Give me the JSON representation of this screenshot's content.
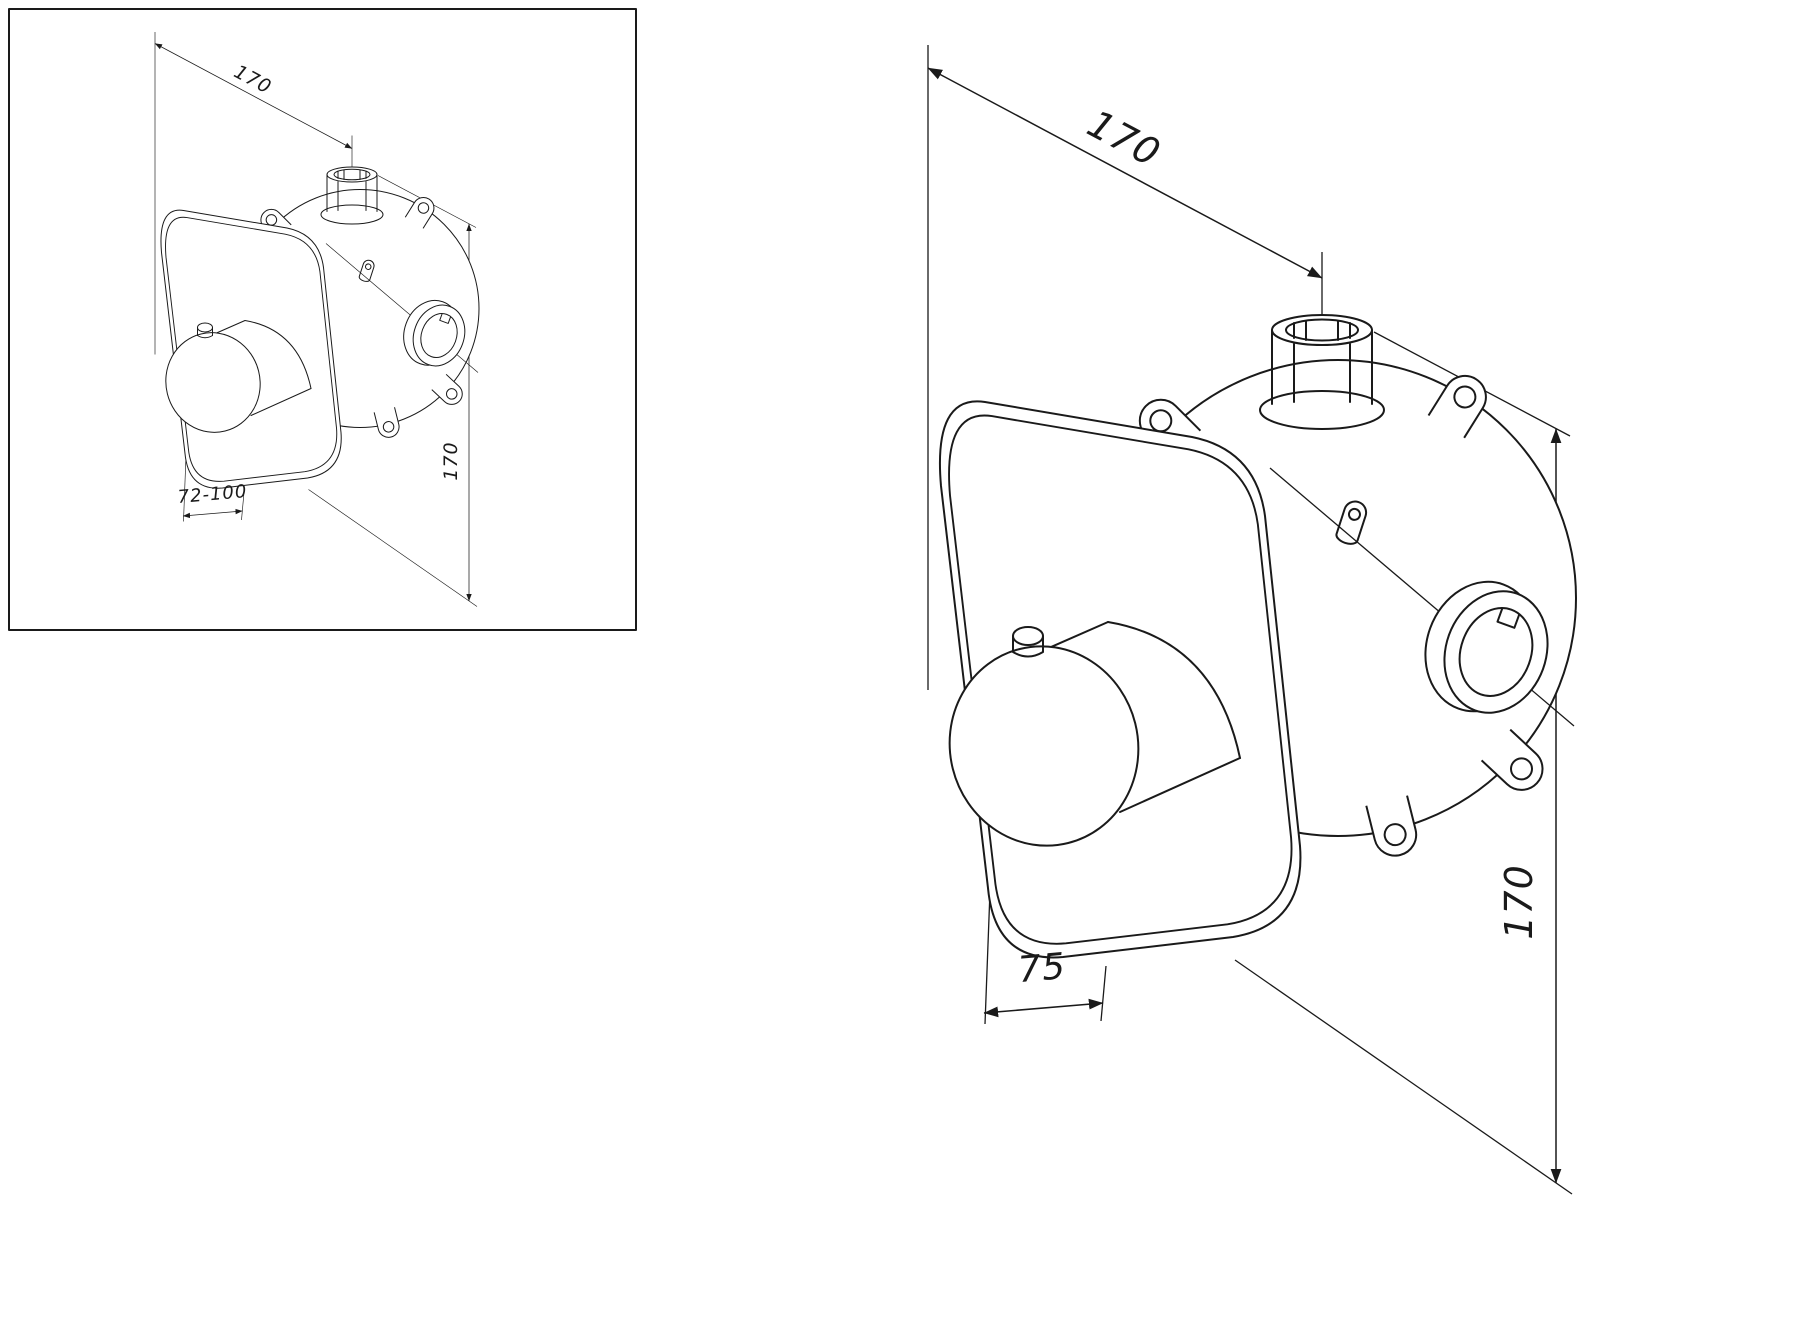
{
  "colors": {
    "ink": "#1a1a1a",
    "background": "#ffffff"
  },
  "views": {
    "left": {
      "dim_width": "170",
      "dim_depth": "72-100",
      "dim_height": "170"
    },
    "right": {
      "dim_width": "170",
      "dim_depth": "75",
      "dim_height": "170"
    }
  }
}
